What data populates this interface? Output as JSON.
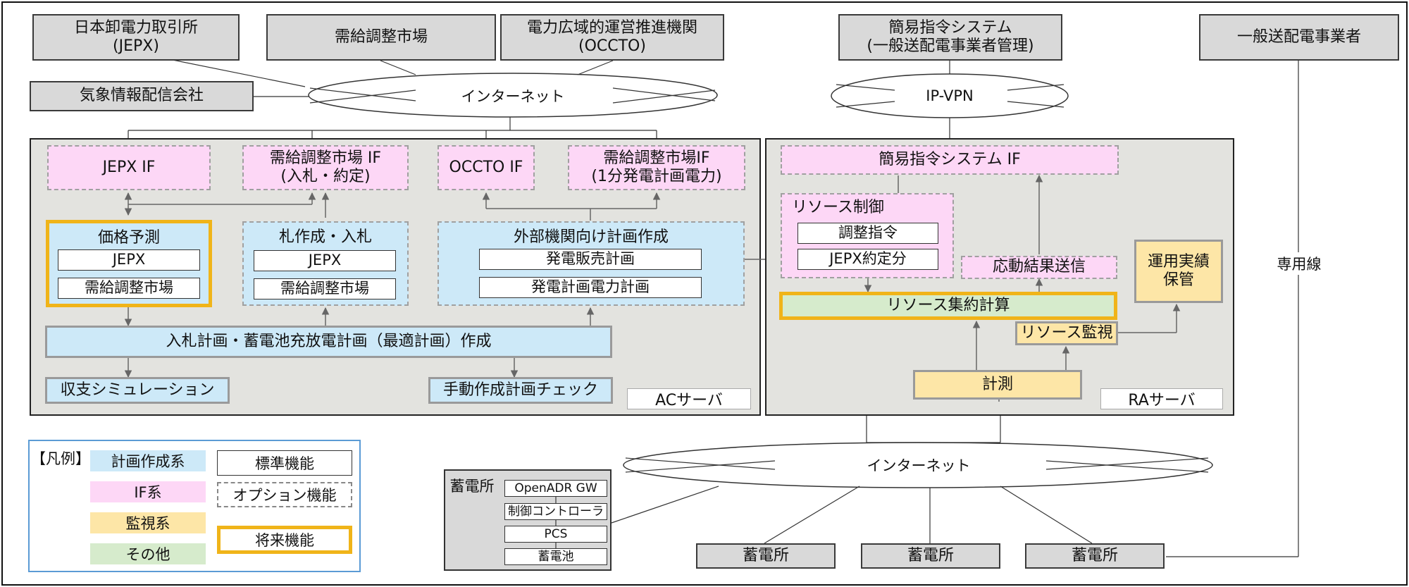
{
  "external": {
    "jepx": "日本卸電力取引所\n(JEPX)",
    "balancing_market": "需給調整市場",
    "occto": "電力広域的運営推進機関\n(OCCTO)",
    "weather": "気象情報配信会社",
    "dispatch_system": "簡易指令システム\n(一般送配電事業者管理)",
    "tso": "一般送配電事業者"
  },
  "network": {
    "internet_top": "インターネット",
    "ipvpn": "IP-VPN",
    "internet_bottom": "インターネット",
    "dedicated_line": "専用線"
  },
  "ac_server": {
    "label": "ACサーバ",
    "jepx_if": "JEPX  IF",
    "market_if": "需給調整市場  IF\n(入札・約定)",
    "occto_if": "OCCTO  IF",
    "market_if2": "需給調整市場IF\n(1分発電計画電力)",
    "price_forecast": {
      "title": "価格予測",
      "items": [
        "JEPX",
        "需給調整市場"
      ]
    },
    "bid": {
      "title": "札作成・入札",
      "items": [
        "JEPX",
        "需給調整市場"
      ]
    },
    "external_plan": {
      "title": "外部機関向け計画作成",
      "items": [
        "発電販売計画",
        "発電計画電力計画"
      ]
    },
    "optimal_plan": "入札計画・蓄電池充放電計画（最適計画）作成",
    "simulation": "収支シミュレーション",
    "manual_check": "手動作成計画チェック"
  },
  "ra_server": {
    "label": "RAサーバ",
    "dispatch_if": "簡易指令システム IF",
    "resource_control": {
      "title": "リソース制御",
      "items": [
        "調整指令",
        "JEPX約定分"
      ]
    },
    "response_send": "応動結果送信",
    "aggregation": "リソース集約計算",
    "records": "運用実績\n保管",
    "monitoring": "リソース監視",
    "measurement": "計測"
  },
  "battery_site": {
    "title": "蓄電所",
    "stack": [
      "OpenADR GW",
      "制御コントローラ",
      "PCS",
      "蓄電池"
    ]
  },
  "stations": [
    "蓄電所",
    "蓄電所",
    "蓄電所"
  ],
  "legend": {
    "title": "【凡例】",
    "planning": "計画作成系",
    "if": "IF系",
    "monitoring": "監視系",
    "other": "その他",
    "standard": "標準機能",
    "optional": "オプション機能",
    "future": "将来機能"
  },
  "colors": {
    "planning": "#cde9f8",
    "if": "#fdd7f6",
    "monitoring": "#fde6a7",
    "other": "#d6ebcc",
    "future_border": "#f0b419",
    "server_bg": "#e3e3df",
    "external_bg": "#d9d9d9"
  }
}
